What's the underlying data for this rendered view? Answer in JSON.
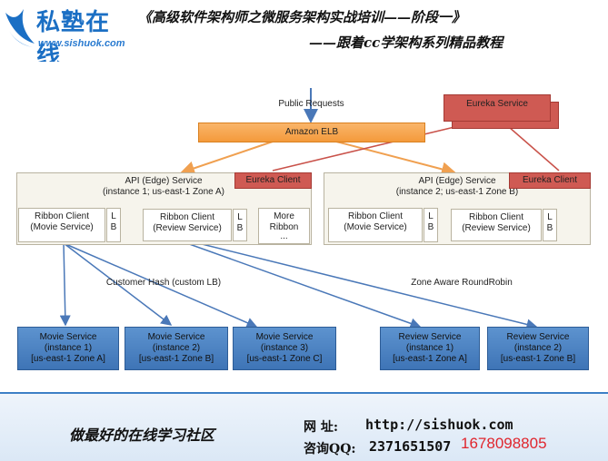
{
  "header": {
    "logo_text": "私塾在线",
    "logo_url": "www.sishuok.com",
    "title_line1": "《高级软件架构师之微服务架构实战培训——阶段一》",
    "title_line2": "——跟着cc学架构系列精品教程"
  },
  "diagram": {
    "public_requests": "Public Requests",
    "amazon_elb": "Amazon ELB",
    "eureka_service": "Eureka Service",
    "edge_left": {
      "title": "API (Edge) Service",
      "instance": "(instance 1; us-east-1 Zone A)",
      "eureka_client": "Eureka Client",
      "ribbon_movie": {
        "line1": "Ribbon Client",
        "line2": "(Movie Service)"
      },
      "ribbon_review": {
        "line1": "Ribbon Client",
        "line2": "(Review Service)"
      },
      "lb1": "L",
      "lb2": "B",
      "more_ribbon": {
        "line1": "More",
        "line2": "Ribbon",
        "line3": "..."
      }
    },
    "edge_right": {
      "title": "API (Edge) Service",
      "instance": "(instance 2; us-east-1 Zone B)",
      "eureka_client": "Eureka Client",
      "ribbon_movie": {
        "line1": "Ribbon Client",
        "line2": "(Movie Service)"
      },
      "ribbon_review": {
        "line1": "Ribbon Client",
        "line2": "(Review Service)"
      },
      "lb1": "L",
      "lb2": "B"
    },
    "label_customer_hash": "Customer Hash (custom LB)",
    "label_zone_aware": "Zone Aware RoundRobin",
    "services": [
      {
        "name": "Movie Service",
        "instance": "(instance 1)",
        "zone": "[us-east-1 Zone A]"
      },
      {
        "name": "Movie Service",
        "instance": "(instance 2)",
        "zone": "[us-east-1 Zone B]"
      },
      {
        "name": "Movie Service",
        "instance": "(instance 3)",
        "zone": "[us-east-1 Zone C]"
      },
      {
        "name": "Review Service",
        "instance": "(instance 1)",
        "zone": "[us-east-1 Zone A]"
      },
      {
        "name": "Review Service",
        "instance": "(instance 2)",
        "zone": "[us-east-1 Zone B]"
      }
    ]
  },
  "footer": {
    "slogan": "做最好的在线学习社区",
    "url_label": "网  址:",
    "url": "http://sishuok.com",
    "qq_label": "咨询QQ:",
    "qq1": "2371651507",
    "qq2": "1678098805"
  }
}
